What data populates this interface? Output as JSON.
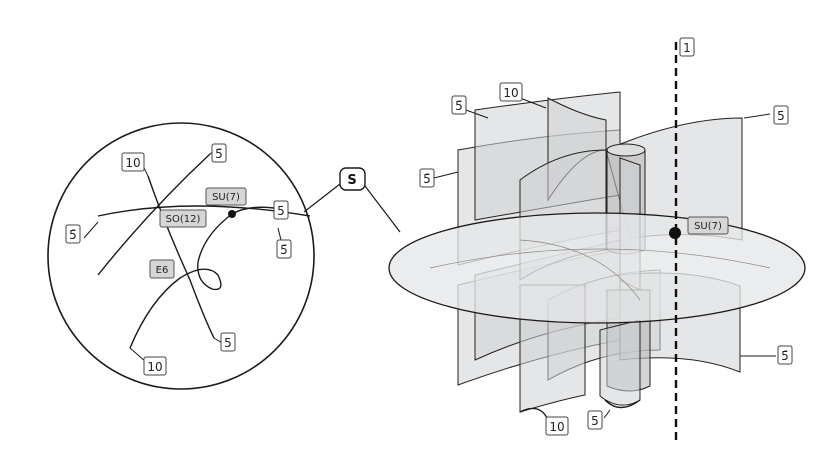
{
  "labels": {
    "s": "S",
    "one": "1",
    "ten": "10",
    "five": "5",
    "five_bar": "5̄",
    "so12": "SO(12)",
    "su7": "SU(7)",
    "e6": "E6"
  },
  "colors": {
    "stroke": "#1a1a1a",
    "sheet": "#cfd1d3",
    "label_grey": "#d6d6d6"
  }
}
